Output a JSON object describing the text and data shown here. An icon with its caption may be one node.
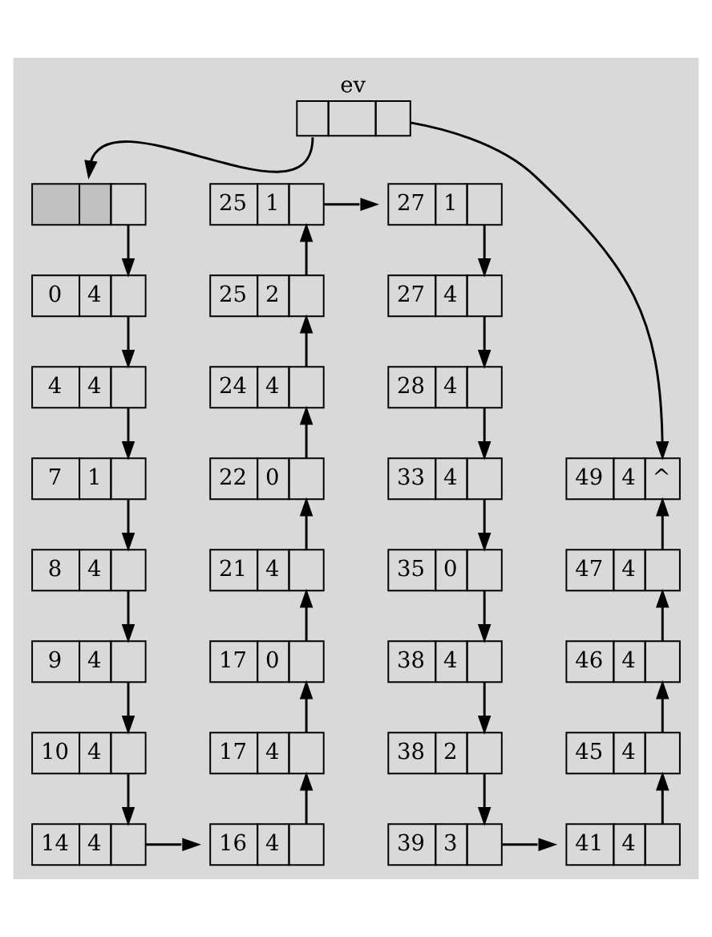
{
  "diagram": {
    "nodes": [
      {
        "text": [
          "ev"
        ]
      },
      {
        "text": [],
        "shape": "box"
      },
      {
        "text": [
          "0",
          "4"
        ]
      },
      {
        "text": [
          "4",
          "4"
        ]
      },
      {
        "text": [
          "7",
          "1"
        ]
      },
      {
        "text": [
          "8",
          "4"
        ]
      },
      {
        "text": [
          "9",
          "4"
        ]
      },
      {
        "text": [
          "10",
          "4"
        ]
      },
      {
        "text": [
          "14",
          "4"
        ]
      },
      {
        "text": [
          "25",
          "1"
        ]
      },
      {
        "text": [
          "25",
          "2"
        ]
      },
      {
        "text": [
          "24",
          "4"
        ]
      },
      {
        "text": [
          "22",
          "0"
        ]
      },
      {
        "text": [
          "21",
          "4"
        ]
      },
      {
        "text": [
          "17",
          "0"
        ]
      },
      {
        "text": [
          "17",
          "4"
        ]
      },
      {
        "text": [
          "16",
          "4"
        ]
      },
      {
        "text": [
          "27",
          "1"
        ]
      },
      {
        "text": [
          "27",
          "4"
        ]
      },
      {
        "text": [
          "28",
          "4"
        ]
      },
      {
        "text": [
          "33",
          "4"
        ]
      },
      {
        "text": [
          "35",
          "0"
        ]
      },
      {
        "text": [
          "38",
          "4"
        ]
      },
      {
        "text": [
          "38",
          "2"
        ]
      },
      {
        "text": [
          "39",
          "3"
        ]
      },
      {
        "text": [
          "49",
          "4",
          "^"
        ]
      },
      {
        "text": [
          "47",
          "4"
        ]
      },
      {
        "text": [
          "46",
          "4"
        ]
      },
      {
        "text": [
          "45",
          "4"
        ]
      },
      {
        "text": [
          "41",
          "4"
        ]
      }
    ],
    "edges": [
      {
        "from": 0,
        "to": 1,
        "arrow": "to"
      },
      {
        "from": 0,
        "to": 25,
        "arrow": "to"
      },
      {
        "from": 1,
        "to": 2,
        "arrow": "to"
      },
      {
        "from": 2,
        "to": 3,
        "arrow": "to"
      },
      {
        "from": 3,
        "to": 4,
        "arrow": "to"
      },
      {
        "from": 4,
        "to": 5,
        "arrow": "to"
      },
      {
        "from": 5,
        "to": 6,
        "arrow": "to"
      },
      {
        "from": 6,
        "to": 7,
        "arrow": "to"
      },
      {
        "from": 7,
        "to": 8,
        "arrow": "to"
      },
      {
        "from": 8,
        "to": 16,
        "arrow": "to"
      },
      {
        "from": 16,
        "to": 15,
        "arrow": "to"
      },
      {
        "from": 15,
        "to": 14,
        "arrow": "to"
      },
      {
        "from": 14,
        "to": 13,
        "arrow": "to"
      },
      {
        "from": 13,
        "to": 12,
        "arrow": "to"
      },
      {
        "from": 12,
        "to": 11,
        "arrow": "to"
      },
      {
        "from": 11,
        "to": 10,
        "arrow": "to"
      },
      {
        "from": 10,
        "to": 9,
        "arrow": "to"
      },
      {
        "from": 9,
        "to": 17,
        "arrow": "to"
      },
      {
        "from": 17,
        "to": 18,
        "arrow": "to"
      },
      {
        "from": 18,
        "to": 19,
        "arrow": "to"
      },
      {
        "from": 19,
        "to": 20,
        "arrow": "to"
      },
      {
        "from": 20,
        "to": 21,
        "arrow": "to"
      },
      {
        "from": 21,
        "to": 22,
        "arrow": "to"
      },
      {
        "from": 22,
        "to": 23,
        "arrow": "to"
      },
      {
        "from": 23,
        "to": 24,
        "arrow": "to"
      },
      {
        "from": 24,
        "to": 29,
        "arrow": "to"
      },
      {
        "from": 29,
        "to": 28,
        "arrow": "to"
      },
      {
        "from": 28,
        "to": 27,
        "arrow": "to"
      },
      {
        "from": 27,
        "to": 26,
        "arrow": "to"
      },
      {
        "from": 26,
        "to": 25,
        "arrow": "to"
      }
    ]
  }
}
